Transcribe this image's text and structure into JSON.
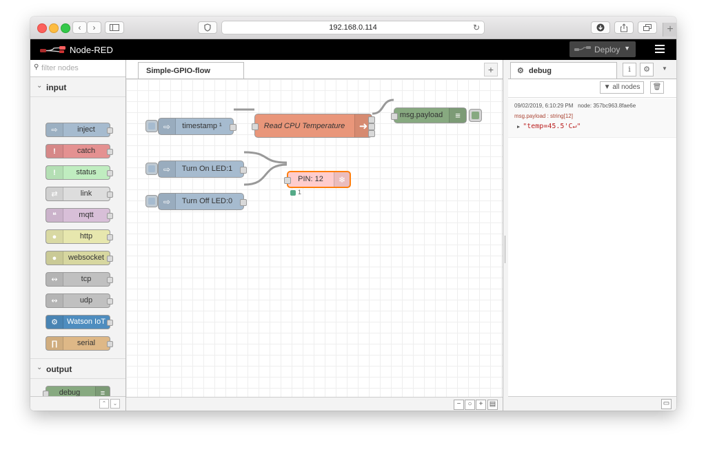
{
  "browser": {
    "url": "192.168.0.114",
    "new_tab": "+"
  },
  "header": {
    "title": "Node-RED",
    "deploy_label": "Deploy"
  },
  "palette": {
    "filter_placeholder": "filter nodes",
    "categories": [
      {
        "label": "input"
      },
      {
        "label": "output"
      }
    ],
    "input_nodes": [
      {
        "label": "inject",
        "color": "#a6bbcf"
      },
      {
        "label": "catch",
        "color": "#e49191"
      },
      {
        "label": "status",
        "color": "#c0edc0"
      },
      {
        "label": "link",
        "color": "#dddddd"
      },
      {
        "label": "mqtt",
        "color": "#d8bfd8"
      },
      {
        "label": "http",
        "color": "#e7e7ae"
      },
      {
        "label": "websocket",
        "color": "#d7d7a0"
      },
      {
        "label": "tcp",
        "color": "#c0c0c0"
      },
      {
        "label": "udp",
        "color": "#c0c0c0"
      },
      {
        "label": "Watson IoT",
        "color": "#4e8dbf"
      },
      {
        "label": "serial",
        "color": "#deb887"
      }
    ],
    "output_nodes": [
      {
        "label": "debug",
        "color": "#87a980"
      }
    ]
  },
  "workspace": {
    "tab": "Simple-GPIO-flow",
    "add_tab": "+",
    "nodes": {
      "timestamp": {
        "label": "timestamp ¹"
      },
      "cpu": {
        "label": "Read CPU Temperature"
      },
      "payload": {
        "label": "msg.payload"
      },
      "led_on": {
        "label": "Turn On LED:1"
      },
      "led_off": {
        "label": "Turn Off LED:0"
      },
      "pin": {
        "label": "PIN: 12",
        "status": "1"
      }
    }
  },
  "sidebar": {
    "tab": "debug",
    "info_icon": "i",
    "all_nodes": "all nodes",
    "message": {
      "timestamp": "09/02/2019, 6:10:29 PM",
      "node": "node: 357bc963.8fae6e",
      "topic": "msg.payload : string[12]",
      "value": "\"temp=45.5'C↵\""
    }
  }
}
